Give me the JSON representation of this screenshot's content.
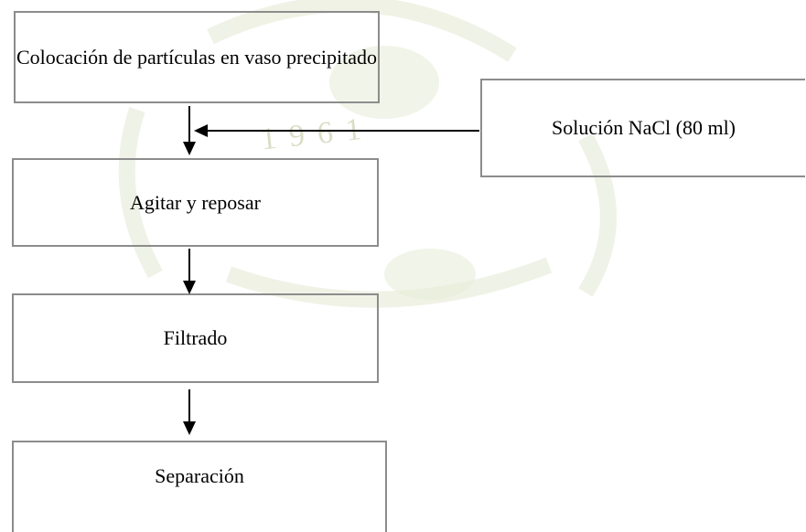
{
  "diagram": {
    "watermark_text": "1961",
    "colors": {
      "box_border": "#8c8c8c",
      "arrow": "#000000",
      "watermark": "#d8dec4"
    },
    "steps": [
      {
        "label": "Colocación de partículas en vaso precipitado"
      },
      {
        "label": "Agitar y reposar"
      },
      {
        "label": "Filtrado"
      },
      {
        "label": "Separación"
      }
    ],
    "side_input": {
      "label": "Solución NaCl (80 ml)"
    }
  }
}
